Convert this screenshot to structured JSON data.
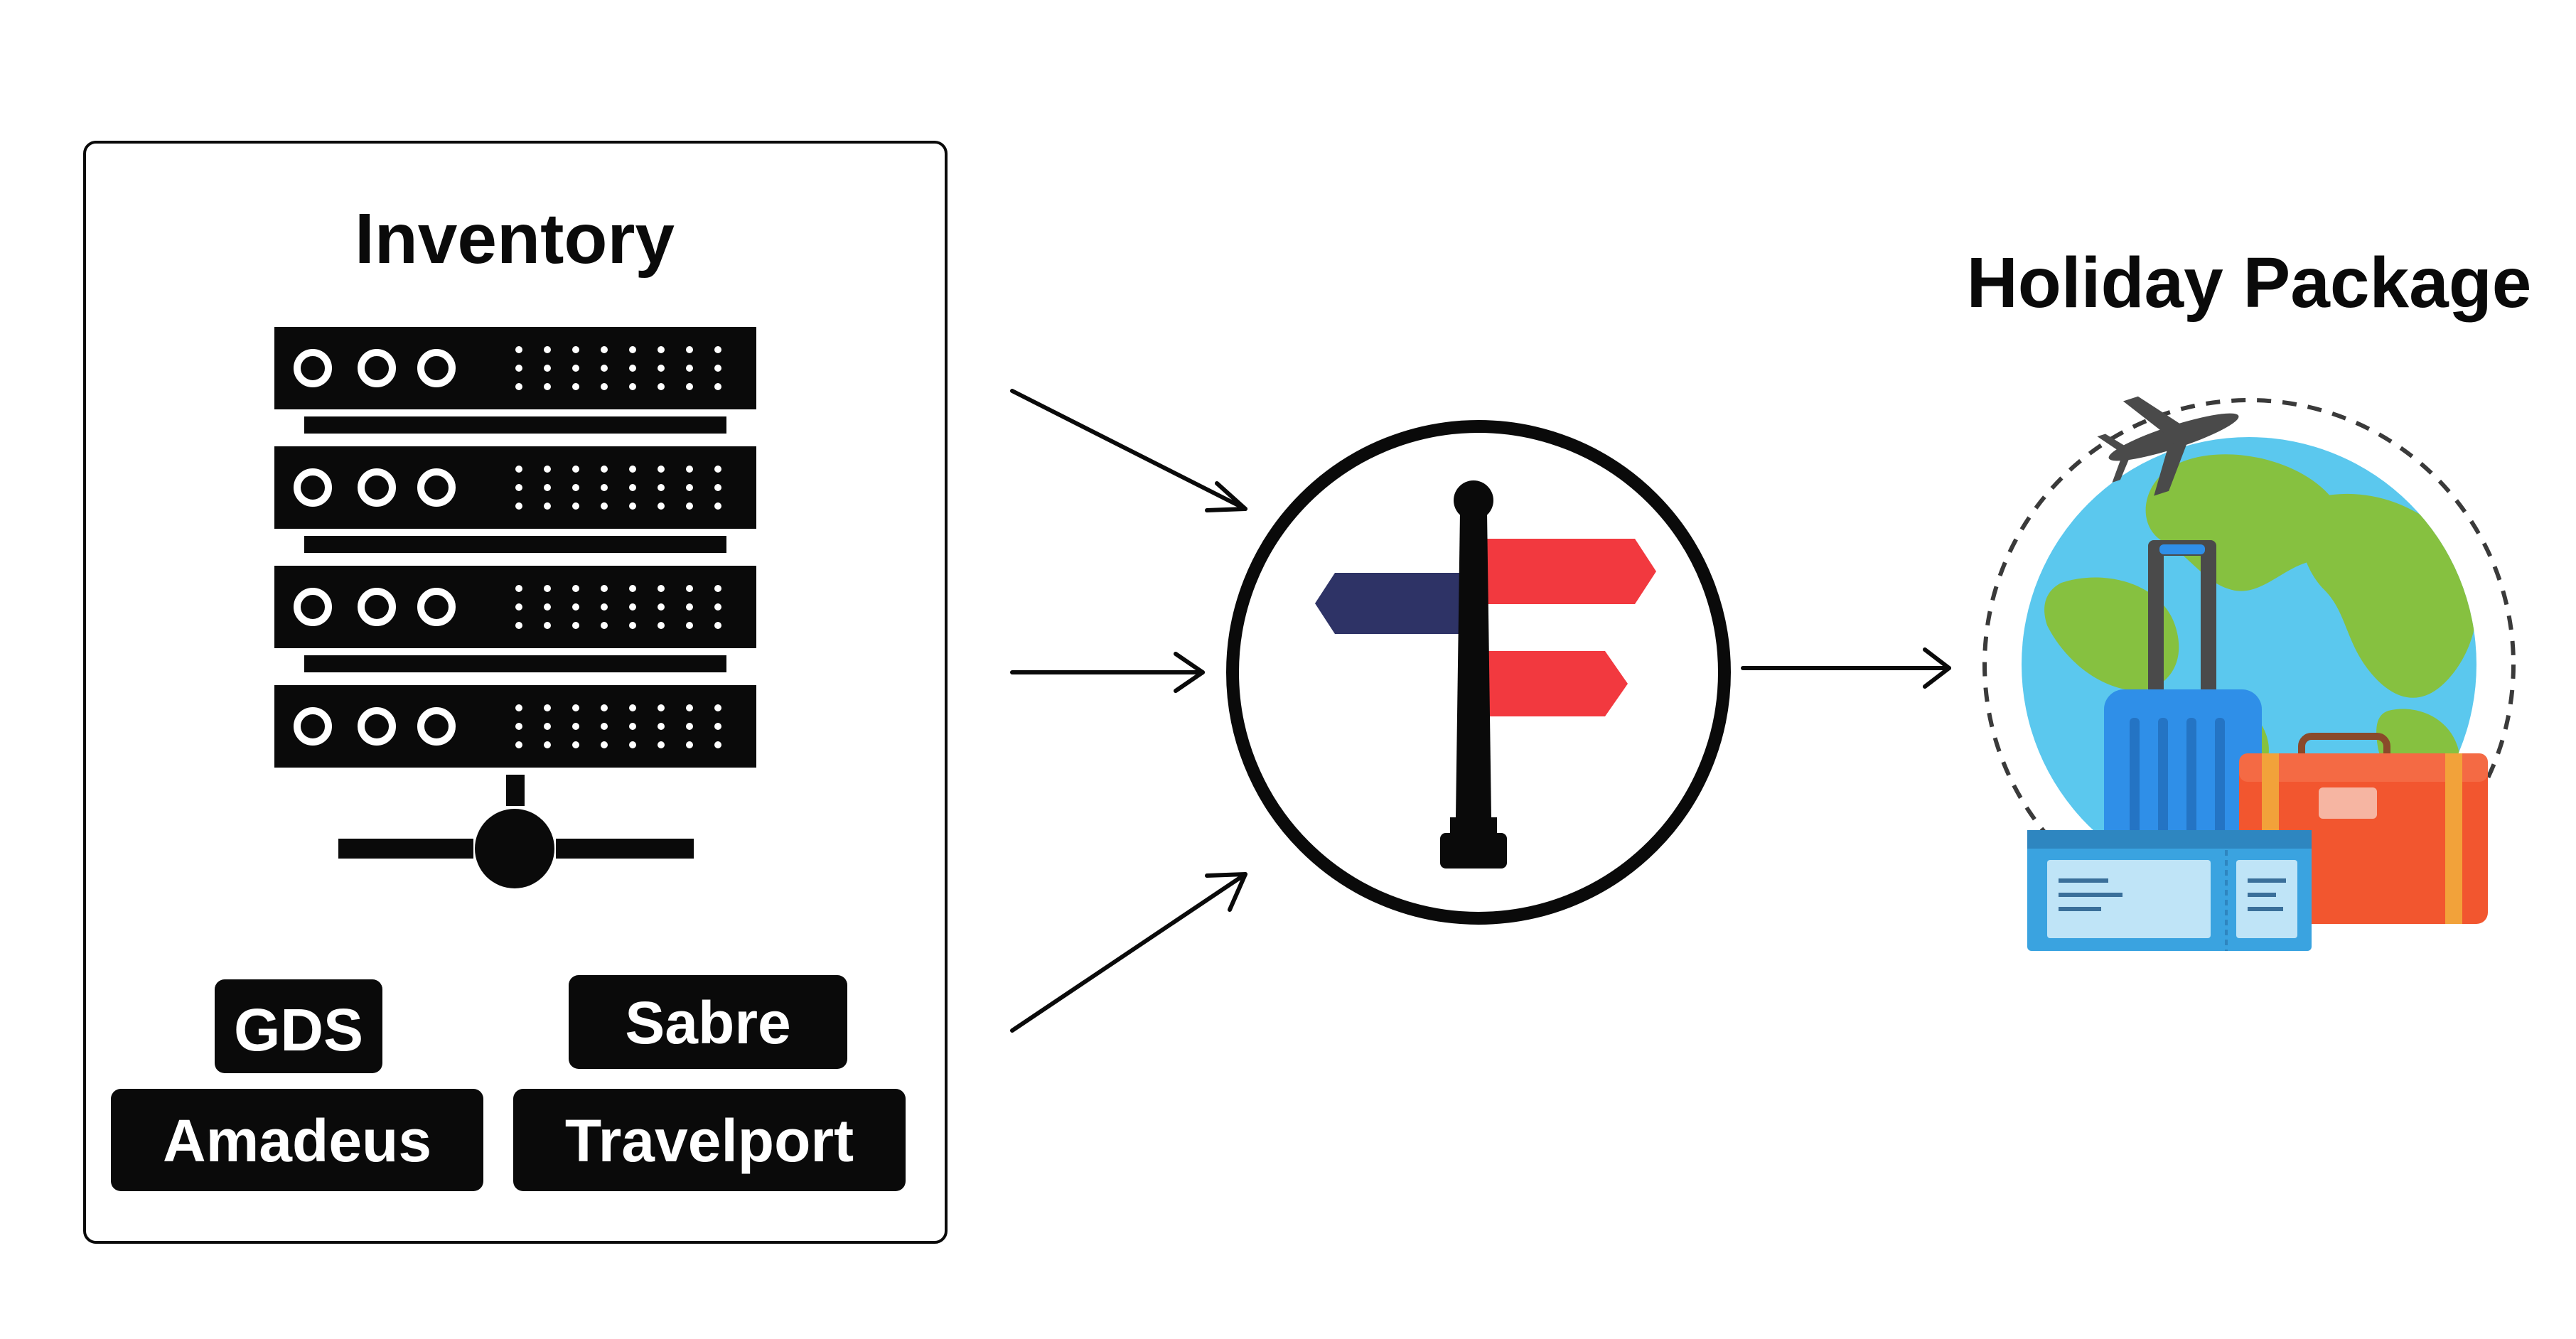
{
  "inventory": {
    "title": "Inventory",
    "badges": {
      "gds": "GDS",
      "sabre": "Sabre",
      "amadeus": "Amadeus",
      "travelport": "Travelport"
    }
  },
  "destination": {
    "title": "Holiday Package"
  },
  "icons": {
    "server": "server-rack-icon",
    "network": "network-node-icon",
    "router": "signpost-icon",
    "package": "holiday-package-icon"
  },
  "colors": {
    "ink": "#0a0a0a",
    "sign_red": "#f2393f",
    "sign_navy": "#2e3366",
    "ocean": "#5bc8ee",
    "land": "#86c140",
    "suitcase_blue": "#2f8fe8",
    "suitcase_orange": "#f2562f",
    "ticket_blue": "#3aa3e0"
  }
}
